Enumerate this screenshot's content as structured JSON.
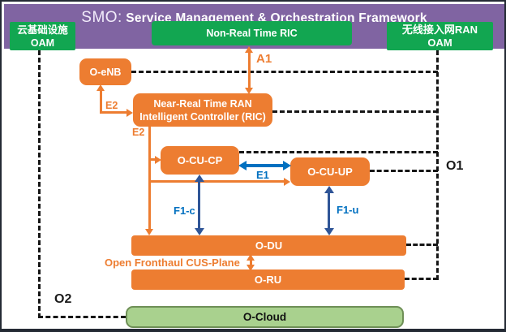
{
  "title_bar": {
    "prefix": "SMO:",
    "title": "Service Management & Orchestration Framework"
  },
  "nodes": {
    "cloud_oam": {
      "line1": "云基础设施",
      "line2": "OAM"
    },
    "non_rt_ric": {
      "label": "Non-Real Time RIC"
    },
    "ran_oam": {
      "line1": "无线接入网RAN",
      "line2": "OAM"
    },
    "o_enb": {
      "label": "O-eNB"
    },
    "near_rt_ric": {
      "line1": "Near-Real Time RAN",
      "line2": "Intelligent Controller (RIC)"
    },
    "o_cu_cp": {
      "label": "O-CU-CP"
    },
    "o_cu_up": {
      "label": "O-CU-UP"
    },
    "o_du": {
      "label": "O-DU"
    },
    "o_ru": {
      "label": "O-RU"
    },
    "o_cloud": {
      "label": "O-Cloud"
    }
  },
  "interfaces": {
    "a1": {
      "label": "A1"
    },
    "e2_enb": {
      "label": "E2"
    },
    "e2_trunk": {
      "label": "E2"
    },
    "e1": {
      "label": "E1"
    },
    "f1_c": {
      "label": "F1-c"
    },
    "f1_u": {
      "label": "F1-u"
    },
    "o1": {
      "label": "O1"
    },
    "o2": {
      "label": "O2"
    },
    "open_fronthaul": {
      "label": "Open Fronthaul CUS-Plane"
    }
  },
  "colors": {
    "header_purple": "#8064A2",
    "smo_green": "#12A651",
    "node_orange": "#ED7D31",
    "o_cloud_green": "#A9D18E",
    "interface_blue": "#0070C0",
    "f1_arrow_navy": "#2F5597",
    "dashed_line_black": "#161616"
  }
}
